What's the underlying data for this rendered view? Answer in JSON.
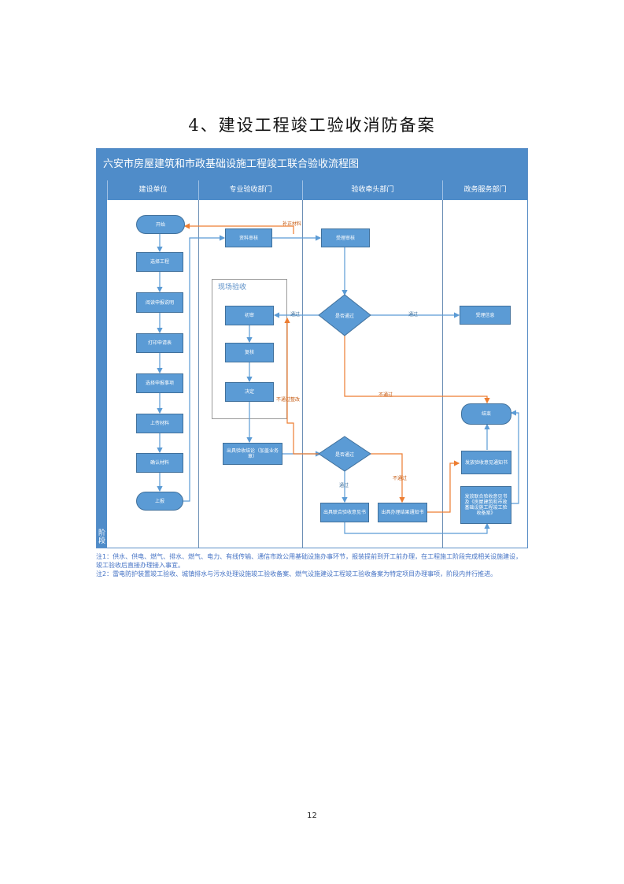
{
  "page": {
    "heading": "4、建设工程竣工验收消防备案",
    "page_number": "12"
  },
  "diagram": {
    "title": "六安市房屋建筑和市政基础设施工程竣工联合验收流程图",
    "side_label": "阶段",
    "onsite_label": "现场验收",
    "lanes": [
      "建设单位",
      "专业验收部门",
      "验收牵头部门",
      "政务服务部门"
    ],
    "nodes": {
      "start": "开始",
      "select_project": "选择工程",
      "read_guide": "阅读申报说明",
      "print_form": "打印申请表",
      "select_items": "选择申报事项",
      "upload": "上传材料",
      "confirm": "确认材料",
      "submit": "上报",
      "doc_review": "资料审核",
      "accept_review": "受理审核",
      "decision1": "是否通过",
      "accept_info": "受理信息",
      "first_review": "初审",
      "recheck": "复核",
      "decide": "决定",
      "issue_conclusion": "出具验收结论（加盖业务章）",
      "decision2": "是否通过",
      "end": "结束",
      "send_notice": "发放验收意见通知书",
      "joint_opinion": "出具联合验收意见书",
      "handling_result": "出具办理结果通知书",
      "send_joint": "发放联合验收意见书及《房屋建筑和市政基础设施工程竣工验收备案》"
    },
    "edge_labels": {
      "supplement": "补正材料",
      "pass_left": "通过",
      "pass_right": "通过",
      "fail_mid": "不通过",
      "fail_rectify": "不通过整改",
      "pass_down": "通过",
      "fail_down": "不通过"
    },
    "colors": {
      "header": "#4f8cc9",
      "node_fill": "#5b9bd5",
      "node_border": "#41719c",
      "arrow_blue": "#5b9bd5",
      "arrow_orange": "#ed7d31"
    }
  },
  "notes": {
    "note1": "注1：供水、供电、燃气、排水、燃气、电力、有线传输、通信市政公用基础设施办事环节，报装提前到开工前办理，在工程施工阶段完成相关设施建设，竣工验收后直接办理接入事宜。",
    "note2": "注2：雷电防护装置竣工验收、城镇排水与污水处理设施竣工验收备案、燃气设施建设工程竣工验收备案为特定项目办理事项，阶段内并行推进。"
  }
}
